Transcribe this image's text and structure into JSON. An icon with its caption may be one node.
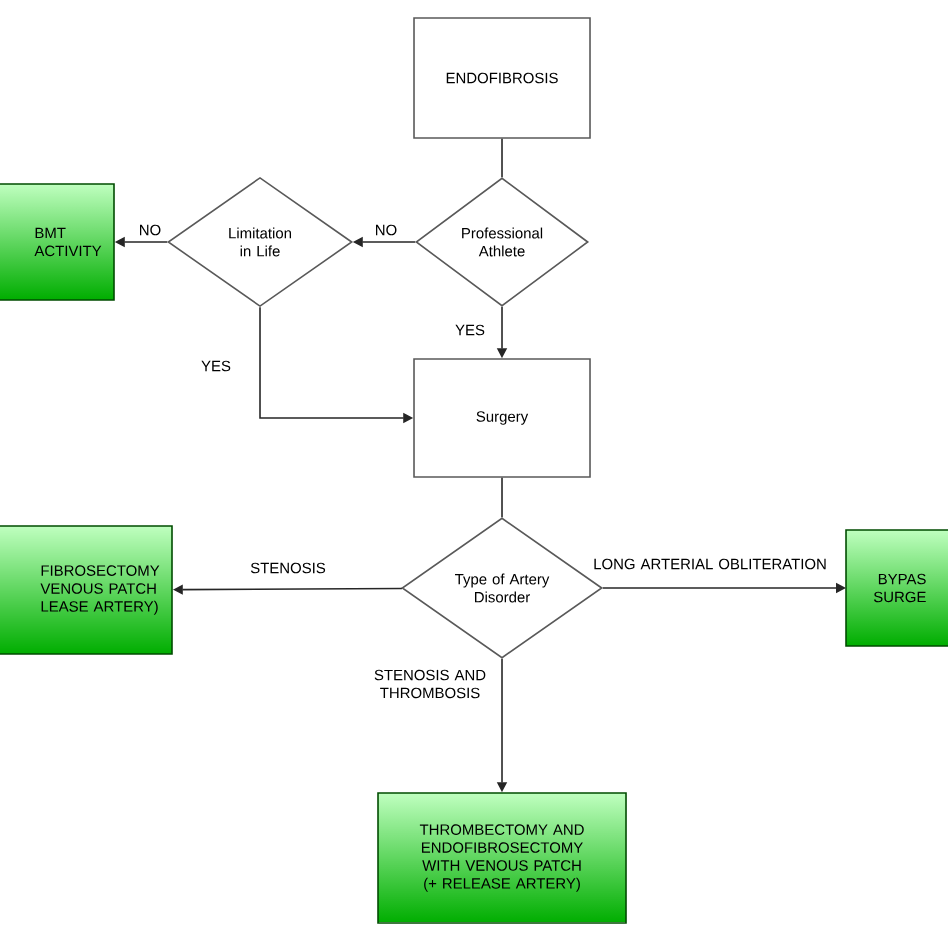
{
  "diagram": {
    "nodes": [
      {
        "text": [
          "ENDOFIBROSIS"
        ]
      },
      {
        "text": [
          "Professional Athlete"
        ]
      },
      {
        "text": [
          "Limitation in Life"
        ]
      },
      {
        "text": [
          "BMT ACTIVITY"
        ]
      },
      {
        "text": [
          "Surgery"
        ]
      },
      {
        "text": [
          "Type of Artery Disorder"
        ]
      },
      {
        "text": [
          "FIBROSECTOMY VENOUS PATCH LEASE ARTERY)"
        ]
      },
      {
        "text": [
          "BYPAS SURGE"
        ]
      },
      {
        "text": [
          "THROMBECTOMY AND ENDOFIBROSECTOMY WITH VENOUS PATCH (+ RELEASE ARTERY)"
        ]
      }
    ],
    "edges": [
      {
        "from": 0,
        "to": 1,
        "arrow": "none"
      },
      {
        "from": 1,
        "to": 2,
        "arrow": "to",
        "label": "NO"
      },
      {
        "from": 2,
        "to": 3,
        "arrow": "to",
        "label": "NO"
      },
      {
        "from": 1,
        "to": 4,
        "arrow": "to",
        "label": "YES"
      },
      {
        "from": 2,
        "to": 4,
        "arrow": "to",
        "label": "YES"
      },
      {
        "from": 4,
        "to": 5,
        "arrow": "none"
      },
      {
        "from": 5,
        "to": 6,
        "arrow": "to",
        "label": "STENOSIS"
      },
      {
        "from": 5,
        "to": 7,
        "arrow": "to",
        "label": "LONG ARTERIAL OBLITERATION"
      },
      {
        "from": 5,
        "to": 8,
        "arrow": "to",
        "label": "STENOSIS AND THROMBOSIS"
      }
    ]
  }
}
